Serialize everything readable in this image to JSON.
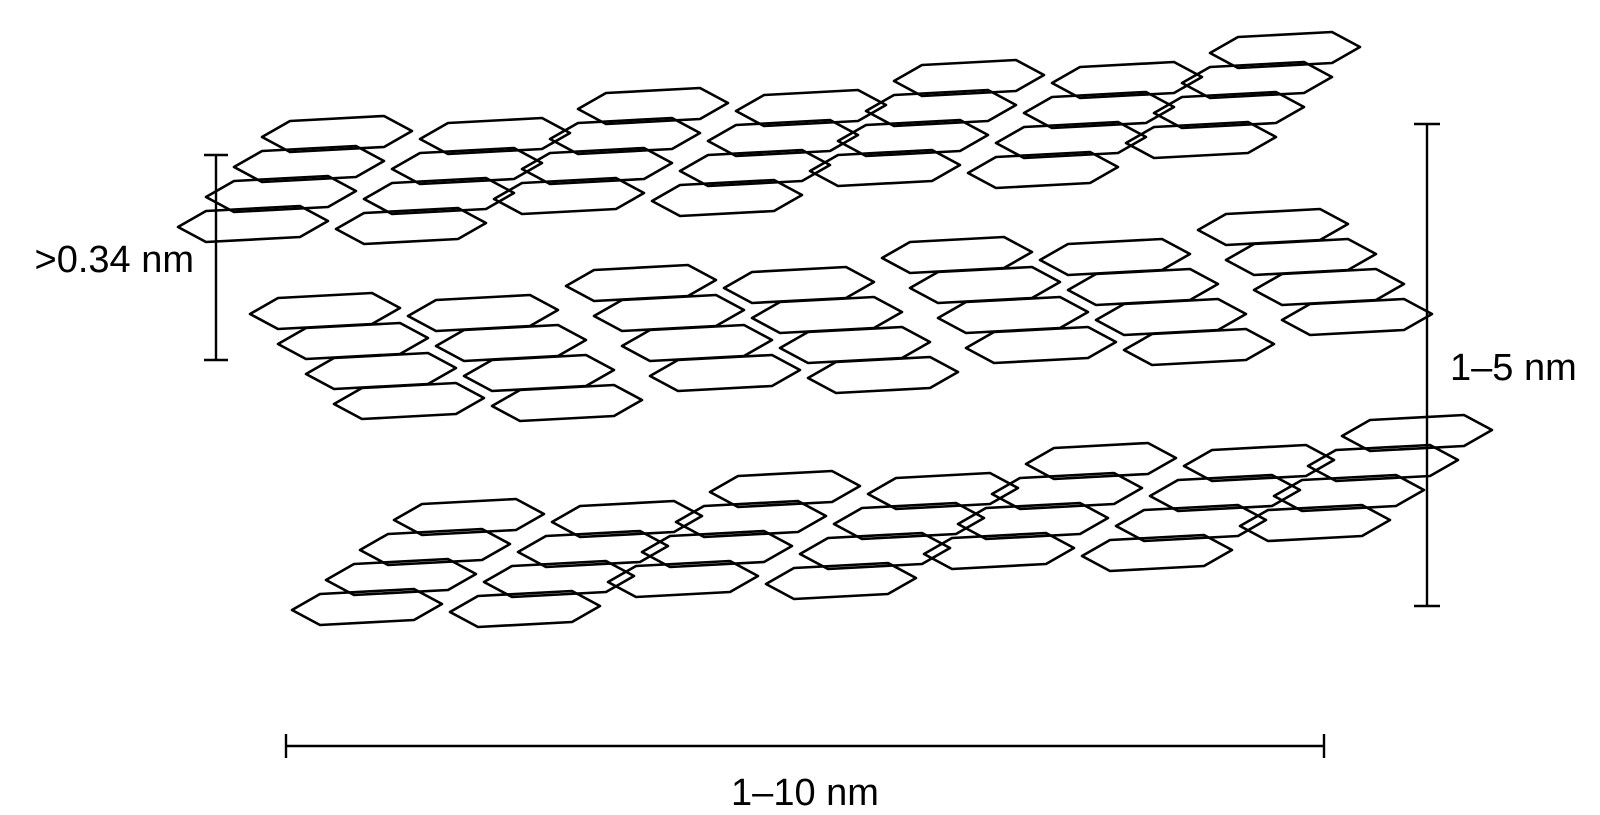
{
  "figure": {
    "sheets": [
      {
        "name": "graphene-layer-top",
        "rows": 4,
        "columns": 7
      },
      {
        "name": "graphene-layer-middle",
        "rows": 4,
        "columns": 7
      },
      {
        "name": "graphene-layer-bottom",
        "rows": 4,
        "columns": 7
      }
    ],
    "dimensions": {
      "interlayer_spacing_label": ">0.34 nm",
      "stack_thickness_label": "1–5 nm",
      "lateral_size_label": "1–10 nm"
    }
  }
}
